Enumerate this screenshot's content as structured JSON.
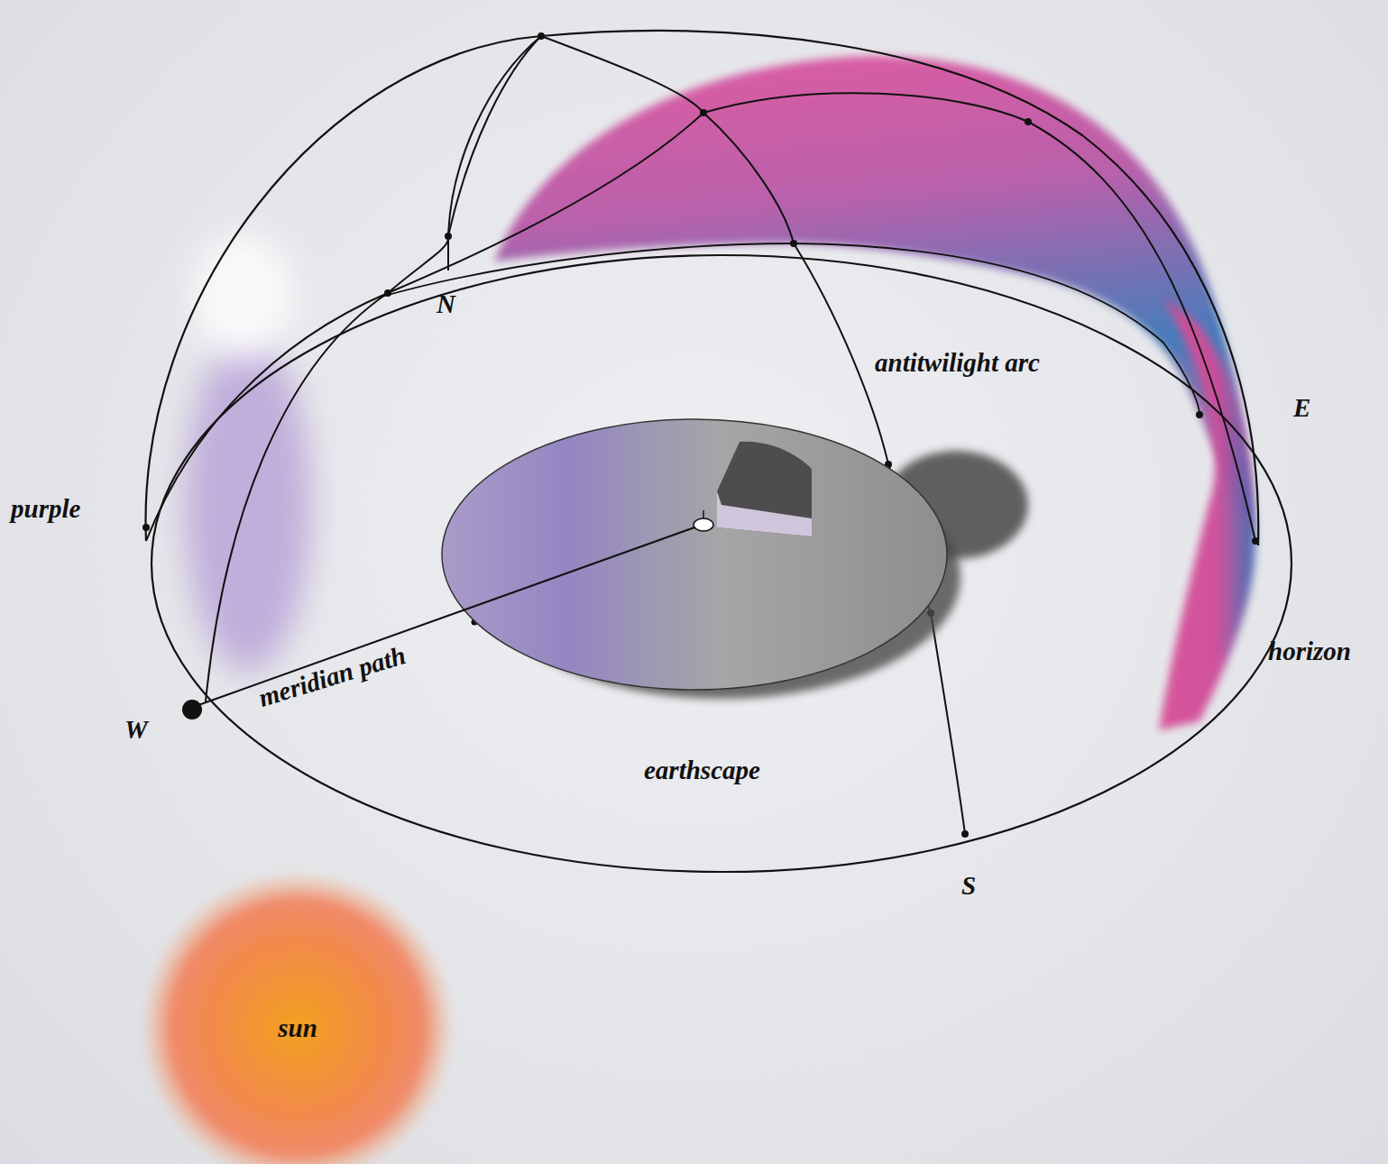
{
  "diagram": {
    "nodes": [
      {
        "text": [
          "sun"
        ]
      }
    ],
    "labels": [
      "purple",
      "N",
      "antitwilight arc",
      "E",
      "horizon",
      "meridian path",
      "W",
      "earthscape",
      "S"
    ]
  }
}
